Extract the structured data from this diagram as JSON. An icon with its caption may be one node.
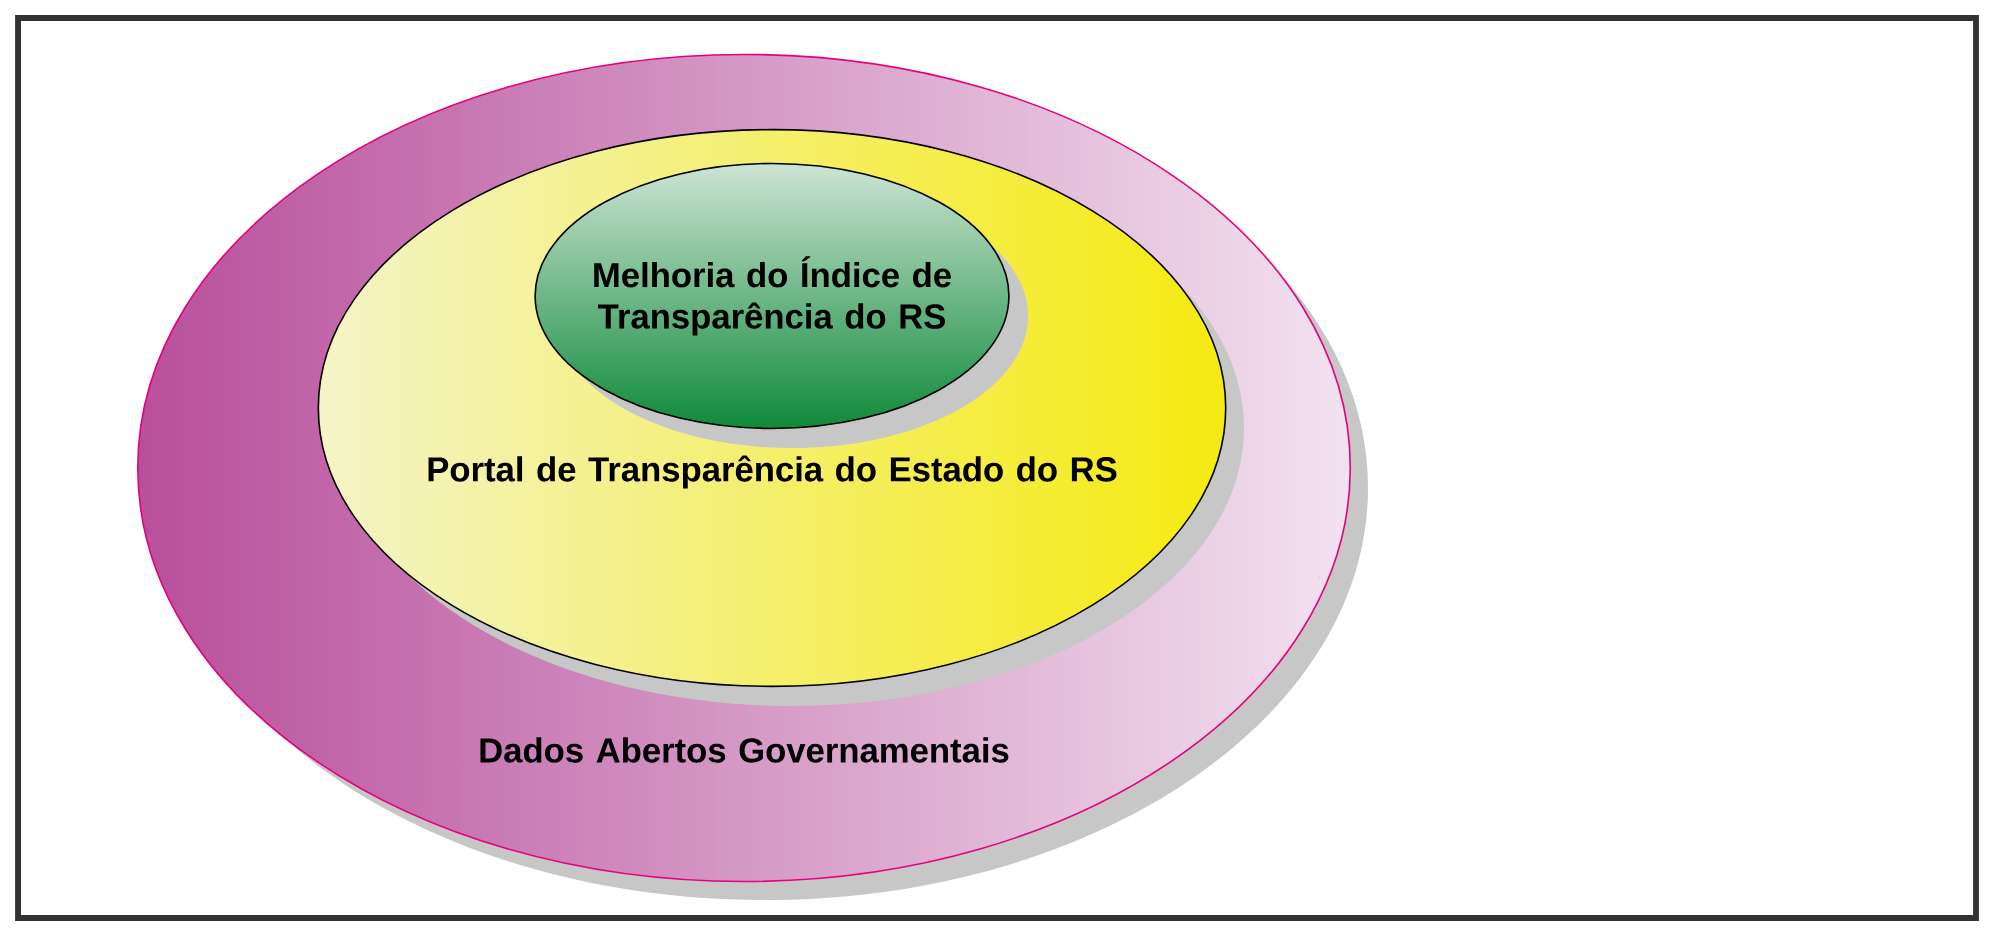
{
  "diagram": {
    "nodes": [
      {
        "text": [
          "Dados Abertos Governamentais"
        ]
      },
      {
        "text": [
          "Portal de Transparência do Estado do RS"
        ],
        "in": 0
      },
      {
        "text": [
          "Melhoria do Índice de Transparência do RS"
        ],
        "in": 1
      }
    ]
  }
}
